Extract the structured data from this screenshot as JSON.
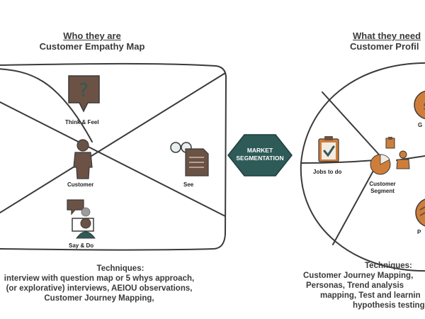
{
  "left": {
    "title_line1": "Who they are",
    "title_line2": "Customer Empathy Map",
    "labels": {
      "think_feel": "Think & Feel",
      "customer": "Customer",
      "see": "See",
      "say_do": "Say & Do"
    },
    "techniques": {
      "heading": "Techniques:",
      "lines": [
        "interview with question map or 5 whys approach,",
        "(or explorative)  interviews, AEIOU observations,",
        "Customer Journey Mapping,"
      ]
    }
  },
  "center": {
    "badge_line1": "MARKET",
    "badge_line2": "SEGMENTATION",
    "badge_color": "#2e5b58"
  },
  "right": {
    "title_line1": "What they need",
    "title_line2": "Customer Profil",
    "labels": {
      "jobs": "Jobs to do",
      "segment_line1": "Customer",
      "segment_line2": "Segment",
      "gains": "G",
      "pains": "P"
    },
    "techniques": {
      "heading": "Techniques:",
      "lines": [
        "Customer Journey Mapping,",
        "Personas, Trend analysis",
        "mapping, Test and learnin",
        "hypothesis testing"
      ]
    }
  },
  "colors": {
    "icon_brown": "#6b5244",
    "orange": "#cf7e3a",
    "teal_check": "#2e5b58",
    "outline": "#3a3a3a"
  }
}
